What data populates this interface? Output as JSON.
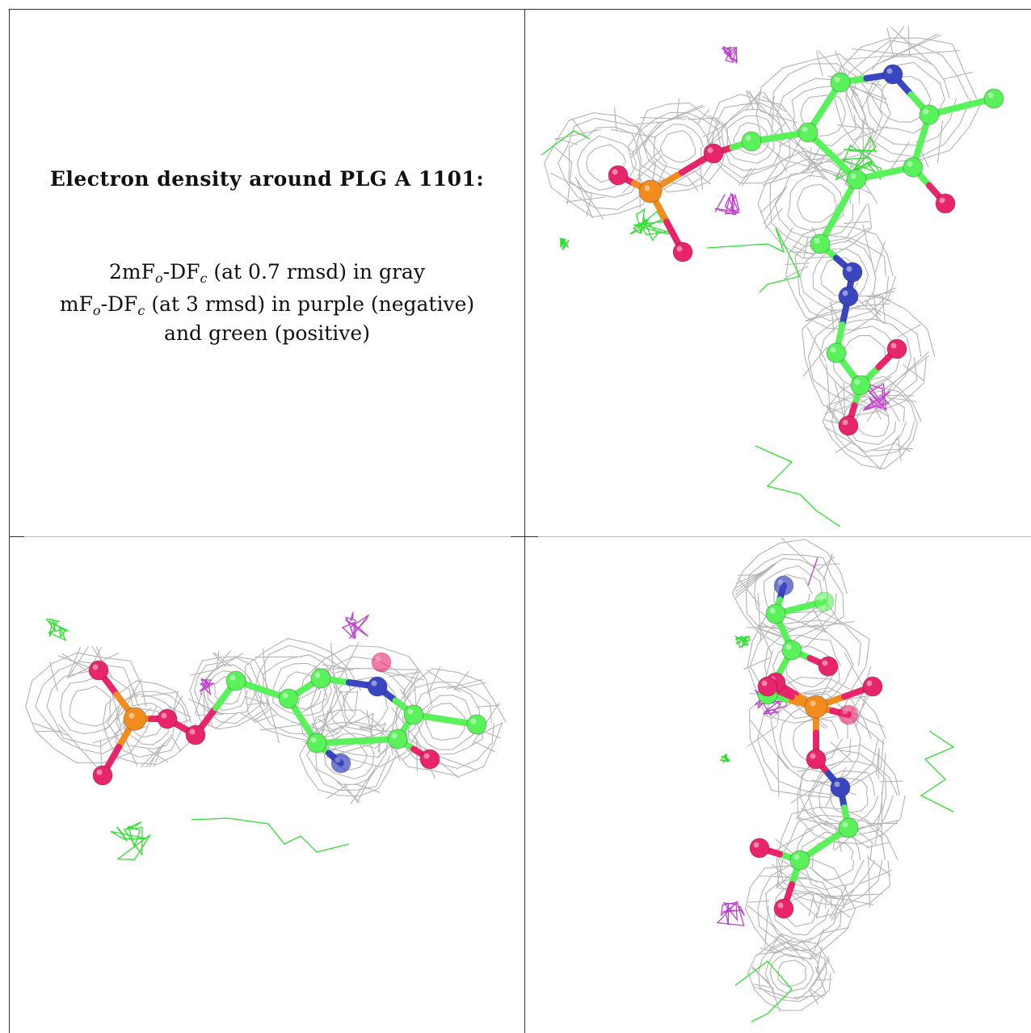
{
  "caption": {
    "title": "Electron density around PLG A 1101:",
    "map1": {
      "prefix": "2mF",
      "sub1": "o",
      "mid": "-DF",
      "sub2": "c",
      "suffix": " (at 0.7 rmsd) in gray"
    },
    "map2": {
      "prefix": "mF",
      "sub1": "o",
      "mid": "-DF",
      "sub2": "c",
      "suffix": " (at 3 rmsd) in purple (negative)"
    },
    "map2_cont": "and green (positive)"
  },
  "colors": {
    "mesh_2fofc": "#b4b4b4",
    "mesh_positive": "#2fe02f",
    "mesh_negative": "#c040d0",
    "carbon": "#5af25a",
    "oxygen": "#e8246a",
    "nitrogen": "#3a45c0",
    "phosphorus": "#f28c1e",
    "border": "#333333"
  },
  "views": [
    {
      "name": "view-top-right"
    },
    {
      "name": "view-bottom-left"
    },
    {
      "name": "view-bottom-right"
    }
  ]
}
